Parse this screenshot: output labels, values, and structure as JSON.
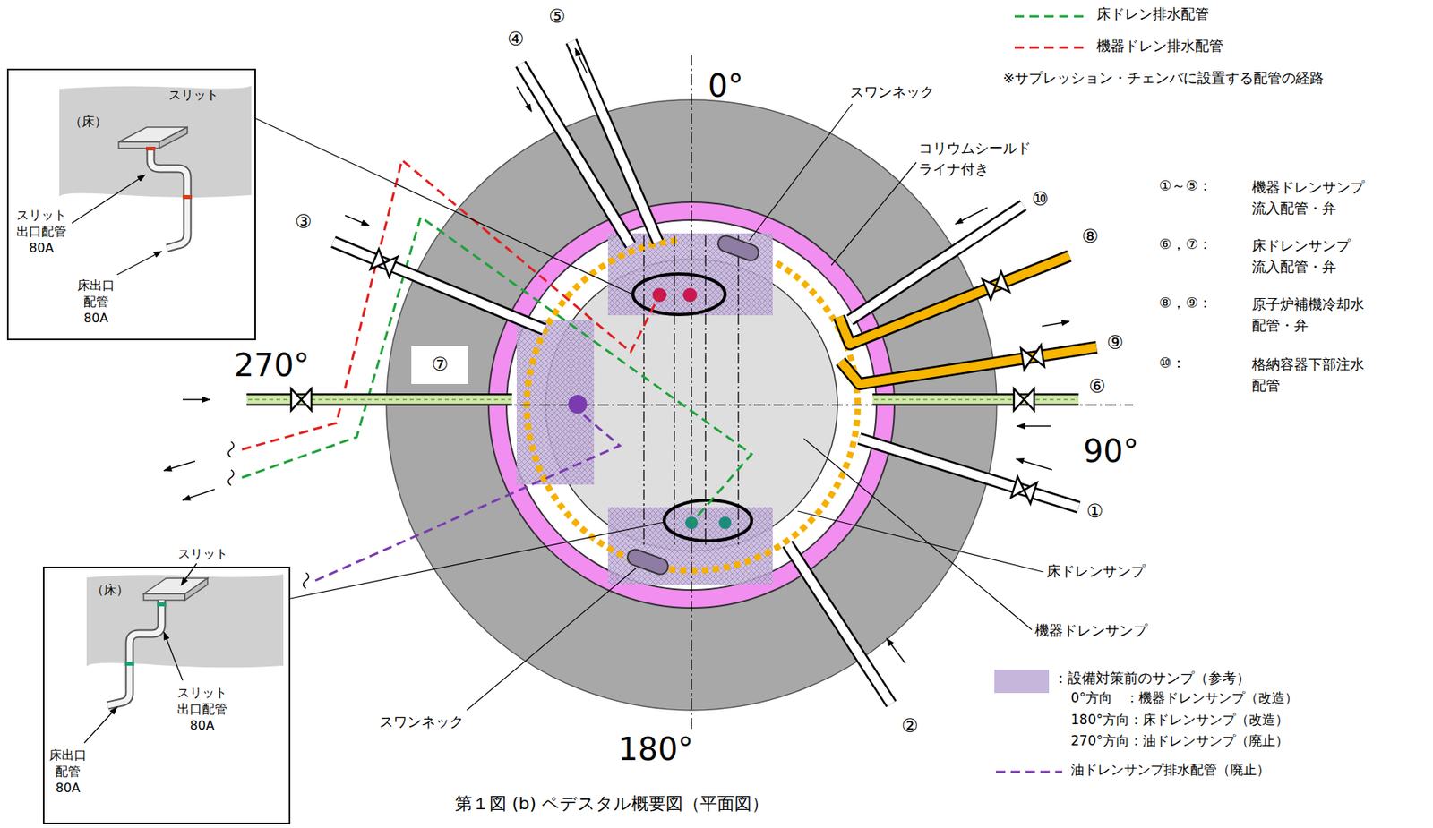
{
  "diagram": {
    "caption": "第１図 (b) ペデスタル概要図（平面図）",
    "nodes": [
      {
        "text": [
          "スリット",
          "（床）",
          "スリット 出口配管 80A",
          "床出口 配管 80A"
        ]
      },
      {
        "text": [
          "⑦"
        ]
      },
      {
        "text": [
          "スリット",
          "（床）",
          "スリット 出口配管 80A",
          "床出口 配管 80A"
        ]
      }
    ],
    "labels": [
      "0°",
      "90°",
      "180°",
      "270°",
      "①",
      "②",
      "③",
      "④",
      "⑤",
      "⑥",
      "⑧",
      "⑨",
      "⑩",
      "スワンネック",
      "コリウムシールド ライナ付き",
      "床ドレンサンプ",
      "機器ドレンサンプ",
      "スワンネック",
      "①～⑤：",
      "機器ドレンサンプ 流入配管・弁",
      "⑥，⑦：",
      "床ドレンサンプ 流入配管・弁",
      "⑧，⑨：",
      "原子炉補機冷却水 配管・弁",
      "⑩：",
      "格納容器下部注水 配管",
      "※サプレッション・チェンバに設置する配管の経路",
      "0°方向　：機器ドレンサンプ（改造）",
      "180°方向：床ドレンサンプ（改造）",
      "270°方向：油ドレンサンプ（廃止）"
    ],
    "legend": [
      {
        "text": "床ドレン排水配管"
      },
      {
        "text": "機器ドレン排水配管"
      },
      {
        "text": "：設備対策前のサンプ（参考）",
        "color": "#c6b6dc"
      },
      {
        "text": "油ドレンサンプ排水配管（廃止）"
      }
    ]
  }
}
